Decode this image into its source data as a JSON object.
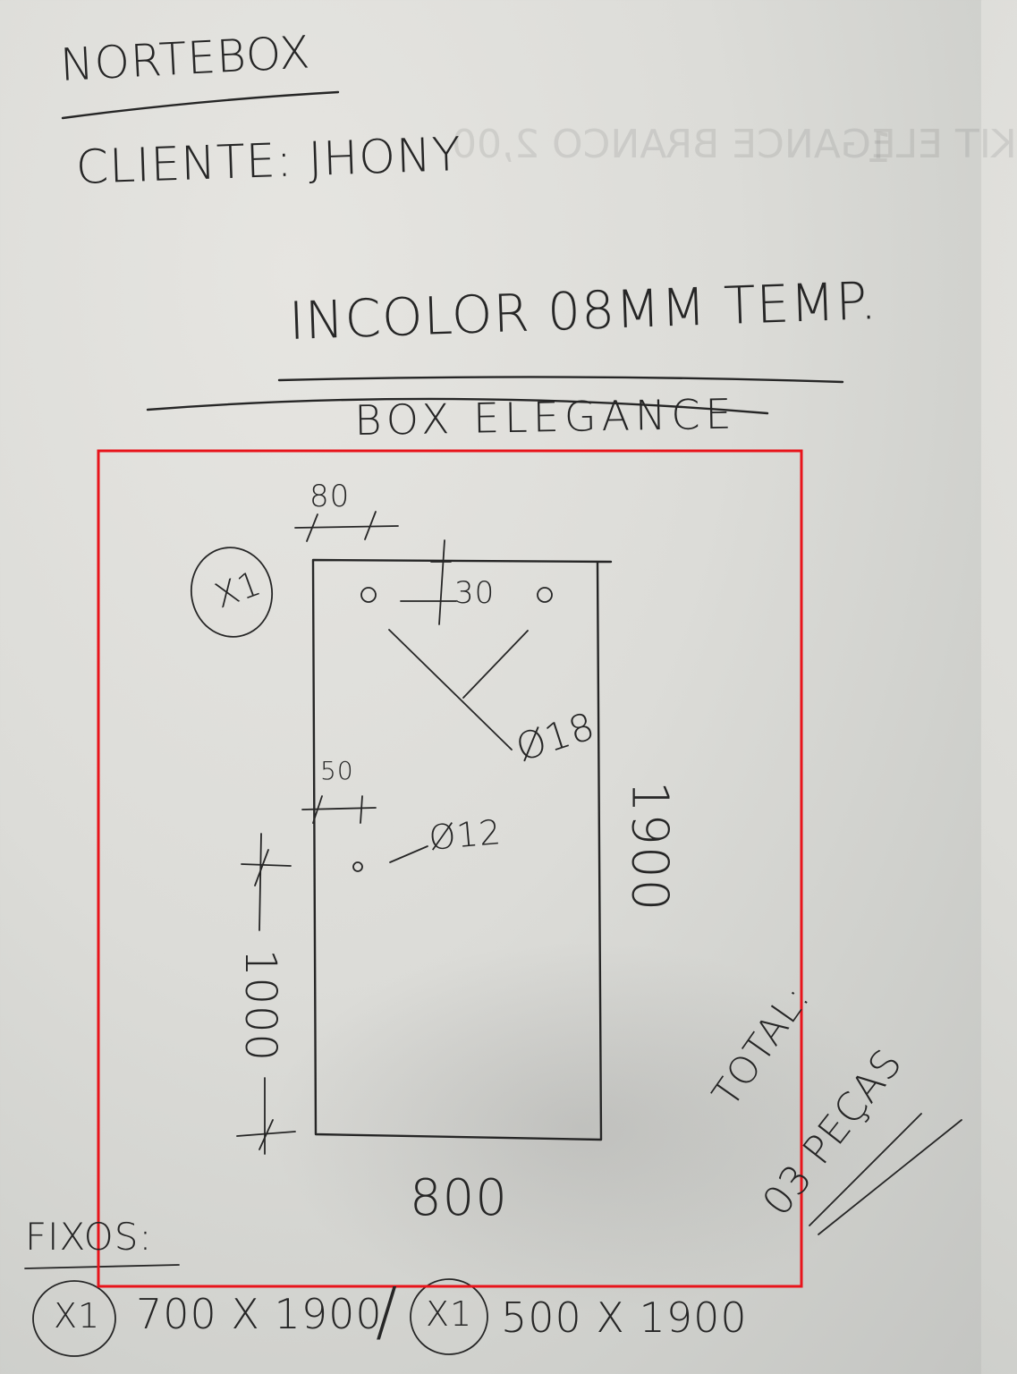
{
  "header": {
    "company": "NORTEBOX",
    "client": "CLIENTE: JHONY",
    "glass": "INCOLOR 08MM TEMP.",
    "model": "BOX ELEGANCE"
  },
  "ghost_text": {
    "mark": "1",
    "line": "KIT ELEGANCE BRANCO 2,00"
  },
  "drawing": {
    "quantity_mark": "X1",
    "dim_hole_offset": "80",
    "dim_hole_top": "30",
    "hole_top_label": "Ø18",
    "dim_side_hole": "50",
    "hole_side_label": "Ø12",
    "dim_height": "1900",
    "dim_side_height": "1000",
    "dim_width": "800"
  },
  "total": {
    "label": "TOTAL:",
    "value": "03 PEÇAS"
  },
  "fixos": {
    "label": "FIXOS:",
    "item1_qty": "X1",
    "item1_size": "700 X 1900",
    "separator": "/",
    "item2_qty": "X1",
    "item2_size": "500 X 1900"
  },
  "colors": {
    "ink": "#262626",
    "annotation_frame": "#e8141b",
    "paper": "#dcdcd8"
  }
}
